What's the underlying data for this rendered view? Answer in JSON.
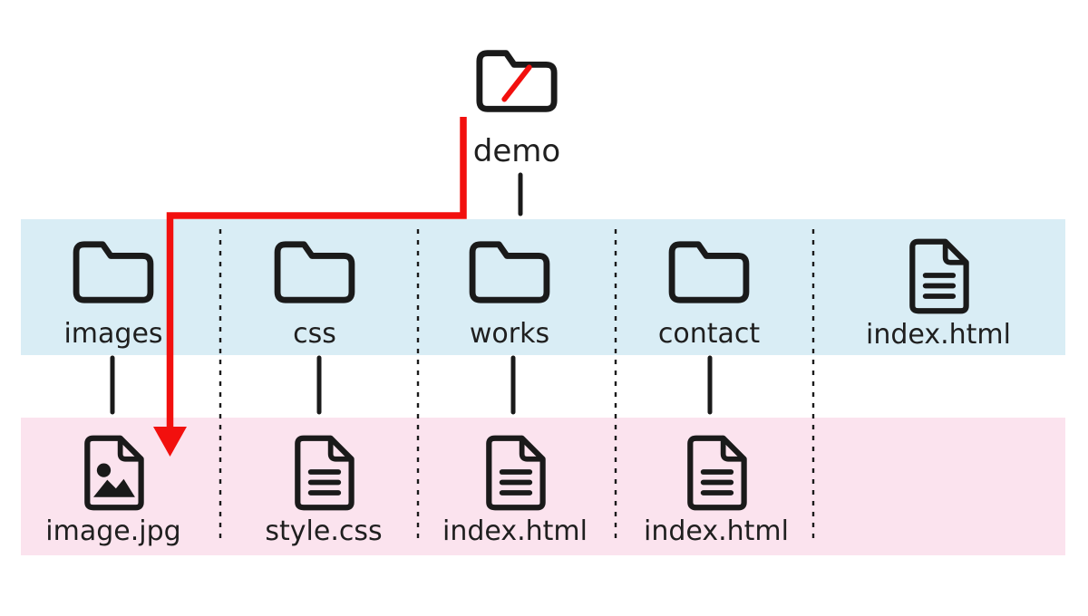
{
  "colors": {
    "background": "#ffffff",
    "band_blue": "#d9edf5",
    "band_pink": "#fbe3ee",
    "accent_red": "#f2100e",
    "line_black": "#1a1a1a",
    "text": "#1f1f1f"
  },
  "diagram": {
    "root": {
      "label": "demo",
      "icon": "folder-with-red-slash-icon"
    },
    "row_folders": [
      {
        "label": "images",
        "icon": "folder-icon"
      },
      {
        "label": "css",
        "icon": "folder-icon"
      },
      {
        "label": "works",
        "icon": "folder-icon"
      },
      {
        "label": "contact",
        "icon": "folder-icon"
      },
      {
        "label": "index.html",
        "icon": "document-file-icon"
      }
    ],
    "row_files": [
      {
        "label": "image.jpg",
        "icon": "image-file-icon",
        "parent": "images"
      },
      {
        "label": "style.css",
        "icon": "document-file-icon",
        "parent": "css"
      },
      {
        "label": "index.html",
        "icon": "document-file-icon",
        "parent": "works"
      },
      {
        "label": "index.html",
        "icon": "document-file-icon",
        "parent": "contact"
      }
    ],
    "red_path": {
      "from": "demo",
      "to": "image.jpg"
    }
  }
}
